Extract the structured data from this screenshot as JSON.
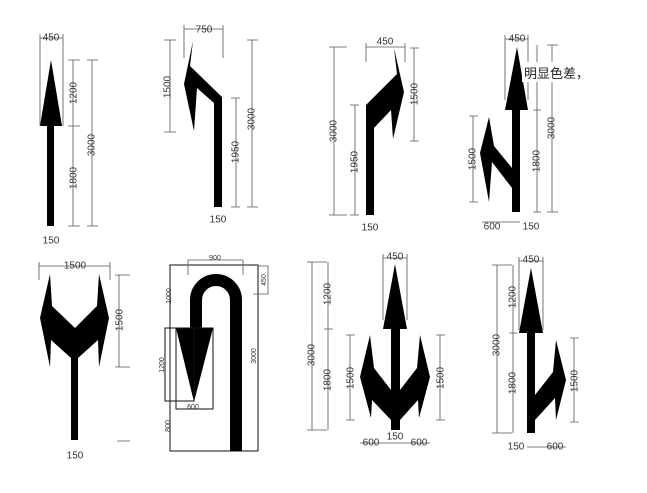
{
  "colors": {
    "marking": "#000000",
    "dimension": "#555555",
    "background": "#ffffff"
  },
  "note": "明显色差，",
  "figures": [
    {
      "id": "straight",
      "labels": {
        "head_width": "450",
        "head_len": "1200",
        "shaft_len": "1800",
        "total": "3000",
        "shaft_width": "150"
      }
    },
    {
      "id": "left-turn",
      "labels": {
        "width": "750",
        "head_len": "1500",
        "shaft_len": "1950",
        "total": "3000",
        "shaft_width": "150"
      }
    },
    {
      "id": "right-turn",
      "labels": {
        "width": "450",
        "head_len": "1500",
        "shaft_len": "1950",
        "total": "3000",
        "shaft_width": "150"
      }
    },
    {
      "id": "straight-left",
      "labels": {
        "head_width": "450",
        "branch_len": "1500",
        "shaft_len": "1800",
        "total": "3000",
        "branch_offset": "600",
        "shaft_width": "150"
      }
    },
    {
      "id": "left-right",
      "labels": {
        "width": "1500",
        "head_len": "1500",
        "shaft_width": "150"
      }
    },
    {
      "id": "u-turn",
      "labels": {
        "width": "900",
        "offset": "450",
        "upper": "1000",
        "head_len": "1200",
        "total": "3000",
        "head_width": "600",
        "lower": "800"
      }
    },
    {
      "id": "straight-left-right",
      "labels": {
        "head_width": "450",
        "total": "3000",
        "head_len": "1200",
        "shaft_len": "1800",
        "left_branch": "1500",
        "right_branch": "1500",
        "shaft_width": "150",
        "left_offset": "600",
        "right_offset": "600"
      }
    },
    {
      "id": "straight-right",
      "labels": {
        "head_width": "450",
        "total": "3000",
        "head_len": "1200",
        "shaft_len": "1800",
        "branch_len": "1500",
        "shaft_width": "150",
        "branch_offset": "600"
      }
    }
  ]
}
